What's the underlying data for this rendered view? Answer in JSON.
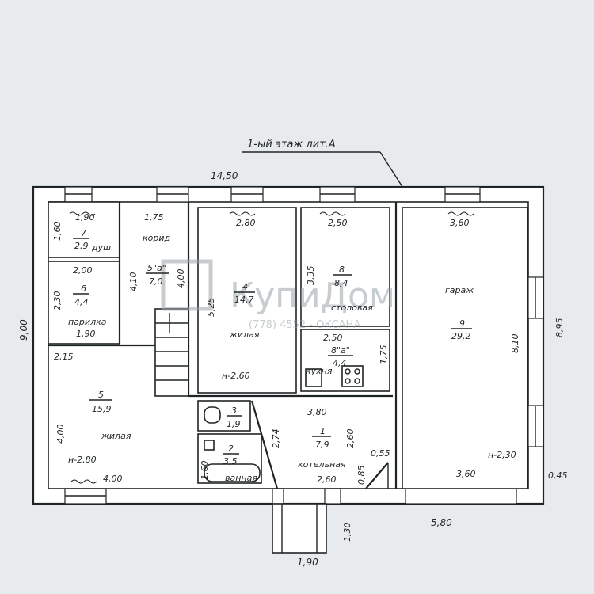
{
  "plan": {
    "title": "1-ый этаж лит.А",
    "overall": {
      "width_top": "14,50",
      "height_left": "9,00",
      "bottom_right": "5,80",
      "porch_width": "1,90",
      "porch_depth": "1,30",
      "garage_offset": "0,45"
    },
    "rooms": [
      {
        "no": "7",
        "area": "2,9",
        "name": "душ.",
        "dims": [
          "1,90",
          "1,60"
        ]
      },
      {
        "no": "6",
        "area": "4,4",
        "name": "парилка",
        "dims": [
          "2,00",
          "2,30",
          "1,90"
        ]
      },
      {
        "no": "5\"а\"",
        "area": "7,0",
        "name": "корид",
        "dims": [
          "1,75",
          "4,10"
        ]
      },
      {
        "no": "4",
        "area": "14,7",
        "name": "жилая",
        "height": "н-2,60",
        "dims": [
          "2,80",
          "5,25",
          "4,00"
        ]
      },
      {
        "no": "8",
        "area": "8,4",
        "name": "столовая",
        "dims": [
          "2,50",
          "3,35"
        ]
      },
      {
        "no": "8\"а\"",
        "area": "4,4",
        "name": "кухня",
        "dims": [
          "2,50",
          "1,75"
        ]
      },
      {
        "no": "9",
        "area": "29,2",
        "name": "гараж",
        "height": "н-2,30",
        "dims": [
          "3,60",
          "8,10",
          "8,95",
          "3,60"
        ]
      },
      {
        "no": "5",
        "area": "15,9",
        "name": "жилая",
        "height": "н-2,80",
        "dims": [
          "2,15",
          "4,00",
          "4,00"
        ]
      },
      {
        "no": "3",
        "area": "1,9",
        "name": "",
        "dims": []
      },
      {
        "no": "2",
        "area": "3,5",
        "name": "ванная",
        "dims": [
          "1,60"
        ]
      },
      {
        "no": "1",
        "area": "7,9",
        "name": "котельная",
        "dims": [
          "3,80",
          "2,74",
          "2,60",
          "2,60",
          "0,55",
          "0,85"
        ]
      }
    ]
  },
  "watermark": {
    "brand": "КупиДом",
    "phone": "(778) 4552 - ОКСАНА"
  }
}
